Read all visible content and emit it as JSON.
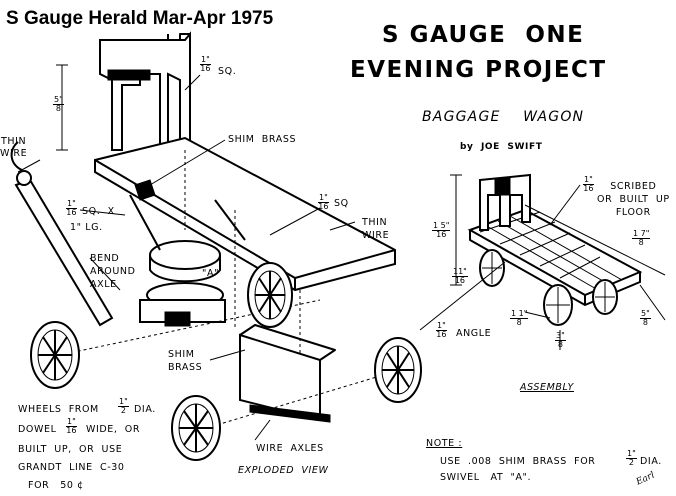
{
  "header": {
    "publication": "S Gauge Herald Mar-Apr 1975",
    "title_line1": "S GAUGE  ONE",
    "title_line2": "EVENING PROJECT"
  },
  "subject": {
    "name": "BAGGAGE    WAGON",
    "byline": "by  JOE  SWIFT"
  },
  "exploded_labels": {
    "thin_wire_left": "THIN\nWIRE",
    "shim_brass_top": "SHIM  BRASS",
    "post_size_num": "1\"",
    "post_size_den": "16",
    "post_size_unit": "SQ.",
    "post_height_num": "5\"",
    "post_height_den": "8",
    "handle_size_num": "1\"",
    "handle_size_den": "16",
    "handle_size_a": "SQ.  X",
    "handle_size_b": "1\" LG.",
    "bend_around": "BEND\nAROUND\nAXLE",
    "deck_size_num": "1\"",
    "deck_size_den": "16",
    "deck_size_unit": "SQ",
    "thin_wire_right": "THIN\nWIRE",
    "point_a": "\"A\"",
    "shim_brass_mid": "SHIM\nBRASS",
    "wire_axles": "WIRE  AXLES",
    "view_caption": "EXPLODED  VIEW"
  },
  "wheels_note": {
    "line1": "WHEELS  FROM",
    "line1_num": "1\"",
    "line1_den": "2",
    "line1_end": "DIA.",
    "line2": "DOWEL",
    "line2_num": "1\"",
    "line2_den": "16",
    "line2_end": "WIDE,  OR",
    "line3": "BUILT  UP,  OR  USE",
    "line4": "GRANDT  LINE  C-30",
    "line5": "FOR   50 ¢"
  },
  "assembly_labels": {
    "floor_num": "1\"",
    "floor_den": "16",
    "floor_text": "SCRIBED\nOR  BUILT  UP\nFLOOR",
    "dim_left_num": "1 5\"",
    "dim_left_den": "16",
    "dim_length_num": "1 7\"",
    "dim_length_den": "8",
    "dim_wheel_num": "11\"",
    "dim_wheel_den": "16",
    "angle_num": "1\"",
    "angle_den": "16",
    "angle_text": "ANGLE",
    "dim_axle_num": "1 1\"",
    "dim_axle_den": "8",
    "dim_clear_num": "3\"",
    "dim_clear_den": "8",
    "dim_width_num": "5\"",
    "dim_width_den": "8",
    "caption": "ASSEMBLY"
  },
  "note": {
    "heading": "NOTE :",
    "line1": "USE  .008  SHIM  BRASS  FOR",
    "line1_num": "1\"",
    "line1_den": "2",
    "line1_end": "DIA.",
    "line2": "SWIVEL   AT  \"A\"."
  },
  "signature": "Earl"
}
